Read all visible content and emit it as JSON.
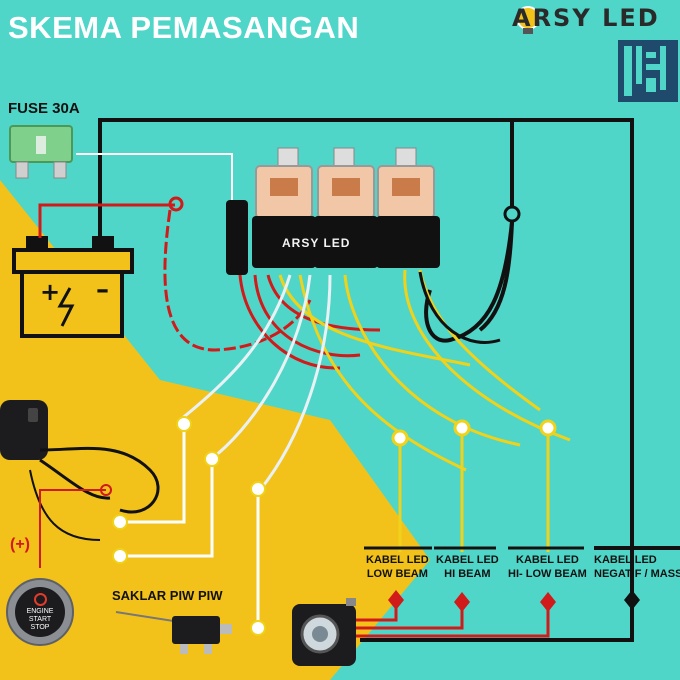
{
  "header": {
    "title": "SKEMA PEMASANGAN",
    "brand": "ARSY LED"
  },
  "labels": {
    "fuse": "FUSE 30A",
    "positive": "(+)",
    "saklar": "SAKLAR PIW PIW",
    "relay_logo": "ARSY LED"
  },
  "engine_button": {
    "line1": "ENGINE",
    "line2": "START",
    "line3": "STOP"
  },
  "wire_labels": {
    "low_beam": {
      "line1": "KABEL LED",
      "line2": "LOW BEAM"
    },
    "hi_beam": {
      "line1": "KABEL LED",
      "line2": "HI BEAM"
    },
    "hi_low_beam": {
      "line1": "KABEL LED",
      "line2": "HI- LOW BEAM"
    },
    "negatif": {
      "line1": "KABEL LED",
      "line2": "NEGATIF / MASSA"
    }
  },
  "colors": {
    "background_teal": "#4fd6c8",
    "yellow_region": "#f2c21a",
    "wire_red": "#d11a1a",
    "wire_yellow": "#f0d21a",
    "wire_white": "#e9f1f5",
    "wire_black": "#111111",
    "fuse_green": "#7fd08a"
  }
}
